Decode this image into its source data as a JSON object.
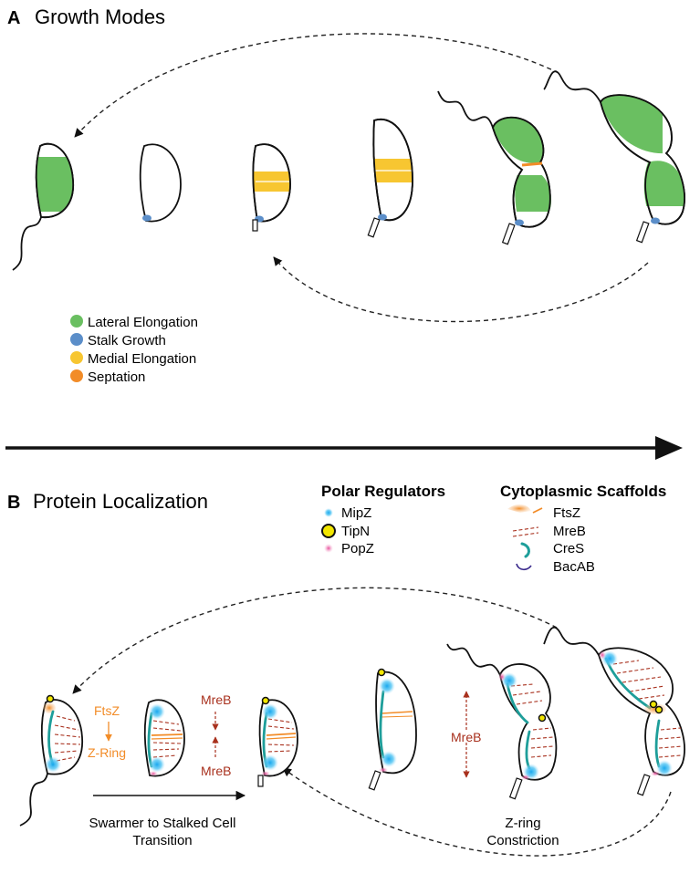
{
  "panel_a": {
    "letter": "A",
    "title": "Growth Modes",
    "legend": [
      {
        "label": "Lateral Elongation",
        "color": "#6abf61"
      },
      {
        "label": "Stalk Growth",
        "color": "#5b8ec9"
      },
      {
        "label": "Medial Elongation",
        "color": "#f7c631"
      },
      {
        "label": "Septation",
        "color": "#f28c28"
      }
    ]
  },
  "panel_b": {
    "letter": "B",
    "title": "Protein Localization",
    "polar_regulators": {
      "heading": "Polar Regulators",
      "items": [
        {
          "label": "MipZ",
          "color": "#2ab0ea"
        },
        {
          "label": "TipN",
          "color": "#f2e600"
        },
        {
          "label": "PopZ",
          "color": "#e84c9a"
        }
      ]
    },
    "cytoplasmic_scaffolds": {
      "heading": "Cytoplasmic Scaffolds",
      "items": [
        {
          "label": "FtsZ",
          "color": "#f28c28"
        },
        {
          "label": "MreB",
          "color": "#a8301d"
        },
        {
          "label": "CreS",
          "color": "#1e9e9a"
        },
        {
          "label": "BacAB",
          "color": "#3a2a8c"
        }
      ]
    },
    "annotations": {
      "ftsz": "FtsZ",
      "zring": "Z-Ring",
      "mreb_top": "MreB",
      "mreb_bottom": "MreB",
      "mreb_mid": "MreB"
    },
    "captions": {
      "transition_line1": "Swarmer to Stalked Cell",
      "transition_line2": "Transition",
      "constriction_line1": "Z-ring",
      "constriction_line2": "Constriction"
    }
  }
}
